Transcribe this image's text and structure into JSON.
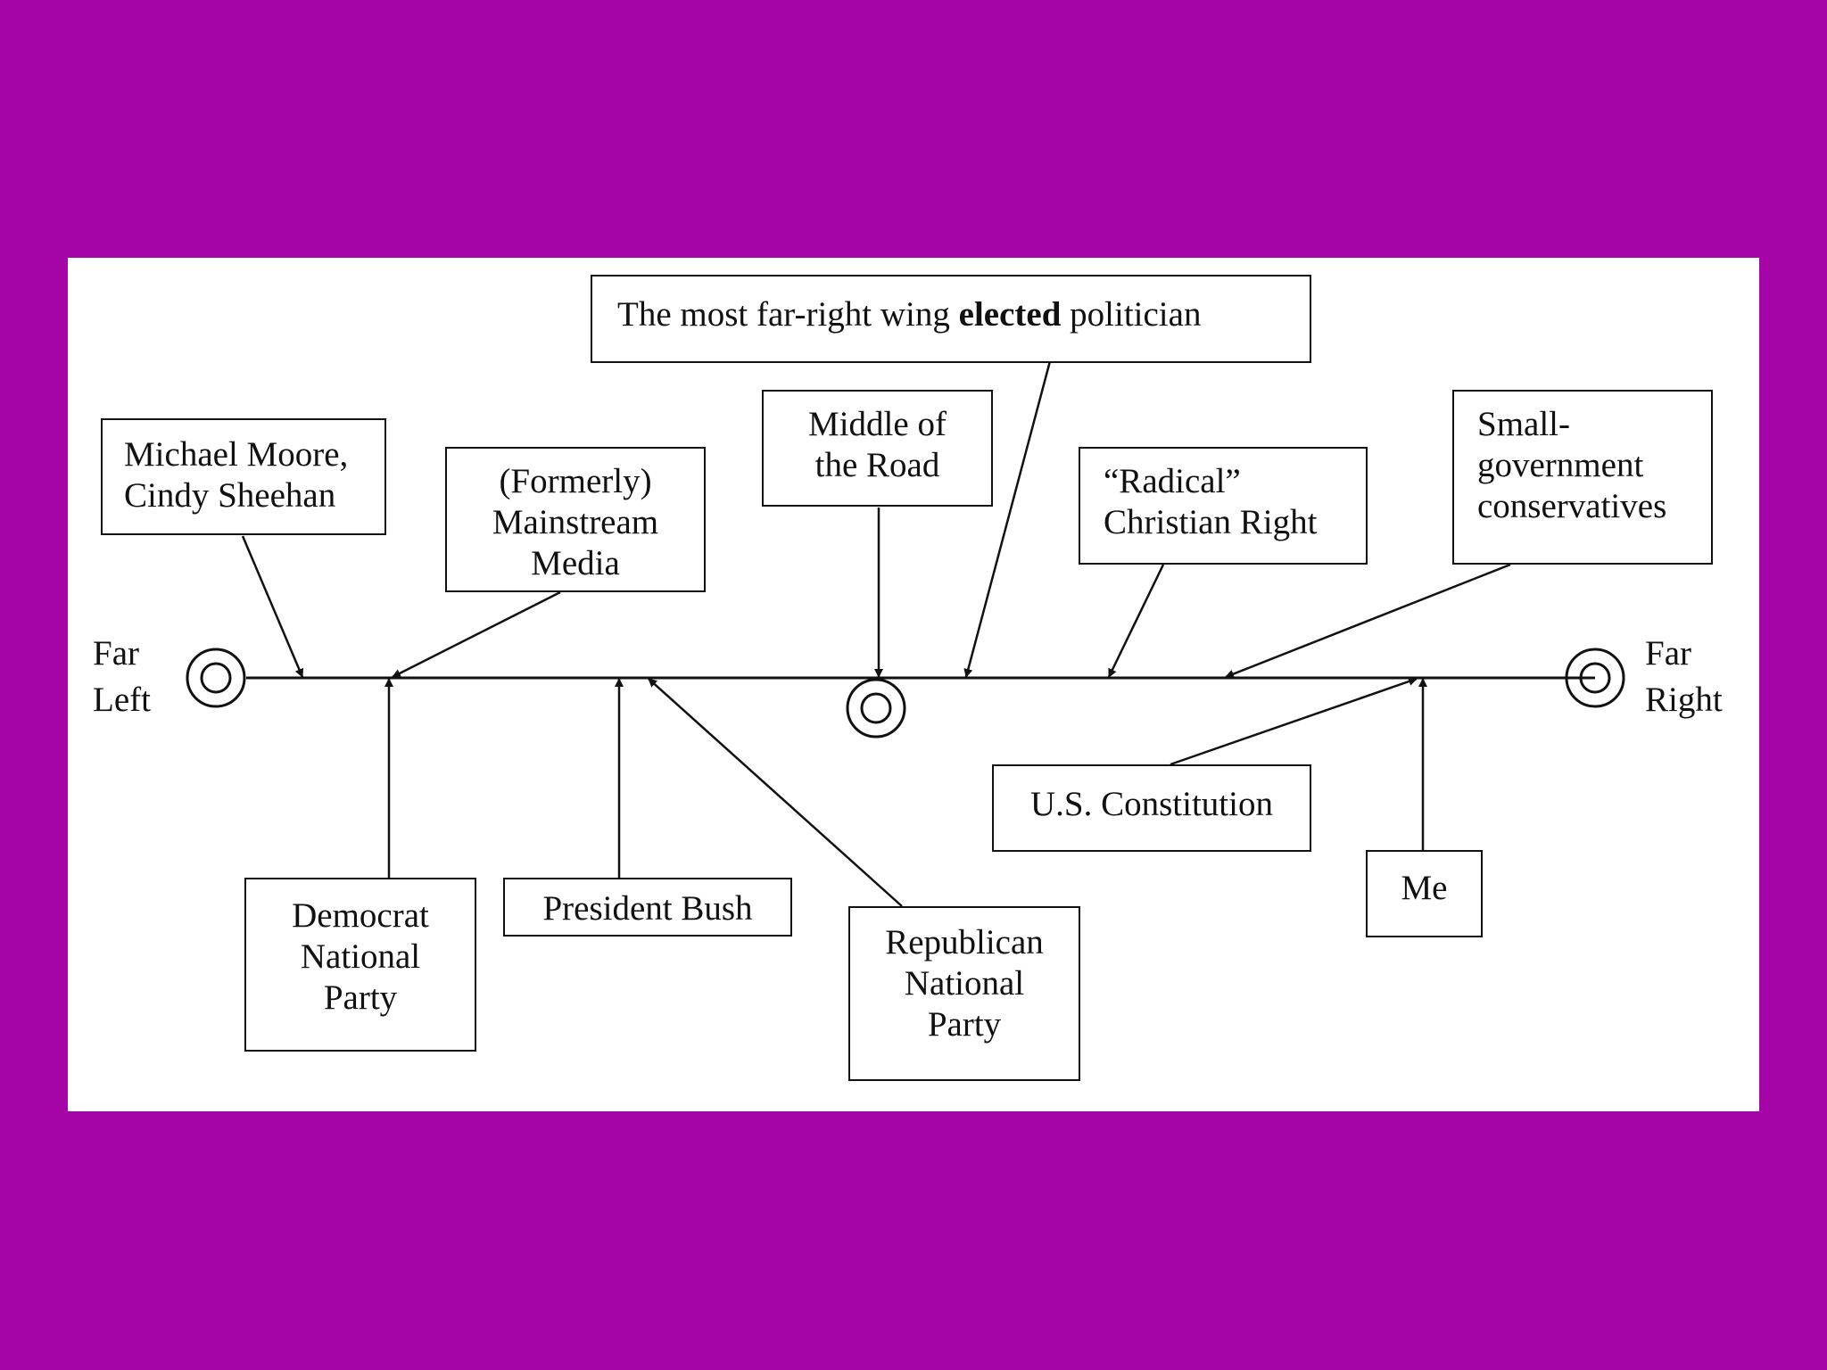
{
  "colors": {
    "background": "#A505A7",
    "panel": "#FFFFFF",
    "ink": "#111111"
  },
  "spectrum": {
    "left_label": [
      "Far",
      "Left"
    ],
    "right_label": [
      "Far",
      "Right"
    ]
  },
  "labels": {
    "top_banner": {
      "before": "The most far-right wing ",
      "bold": "elected",
      "after": " politician"
    },
    "moore_sheehan": [
      "Michael Moore,",
      "Cindy Sheehan"
    ],
    "mainstream_media": [
      "(Formerly)",
      "Mainstream",
      "Media"
    ],
    "middle_of_road": [
      "Middle of",
      "the Road"
    ],
    "christian_right": [
      "“Radical”",
      "Christian Right"
    ],
    "small_government": [
      "Small-",
      "government",
      "conservatives"
    ],
    "democrat_party": [
      "Democrat",
      "National",
      "Party"
    ],
    "president_bush": [
      "President Bush"
    ],
    "republican_party": [
      "Republican",
      "National",
      "Party"
    ],
    "us_constitution": [
      "U.S. Constitution"
    ],
    "me": [
      "Me"
    ]
  }
}
